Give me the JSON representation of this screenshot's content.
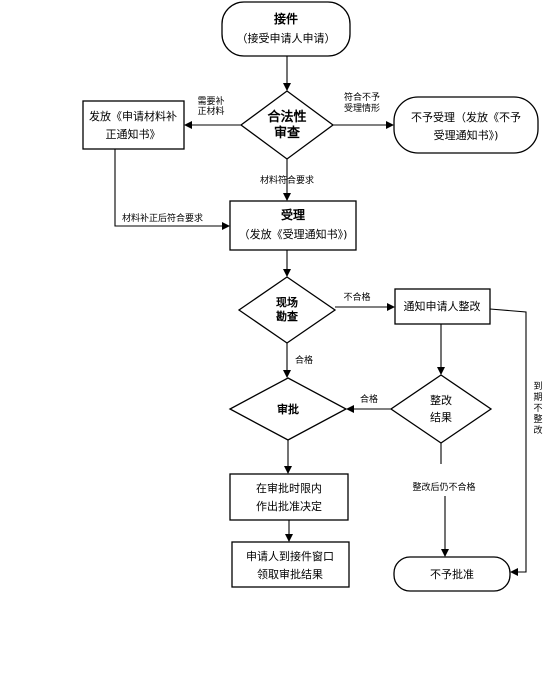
{
  "flowchart": {
    "nodes": {
      "intake": {
        "title": "接件",
        "subtitle": "（接受申请人申请）"
      },
      "legality_review": {
        "title_line1": "合法性",
        "title_line2": "审查"
      },
      "issue_supplement_notice": {
        "line1": "发放《申请材料补",
        "line2": "正通知书》"
      },
      "reject_with_notice": {
        "line1": "不予受理（发放《不予",
        "line2": "受理通知书》)"
      },
      "accept": {
        "title": "受理",
        "subtitle": "（发放《受理通知书》)"
      },
      "site_inspection": {
        "title_line1": "现场",
        "title_line2": "勘查"
      },
      "notify_rectification": {
        "label": "通知申请人整改"
      },
      "approval": {
        "title": "审批"
      },
      "rectification_result": {
        "line1": "整改",
        "line2": "结果"
      },
      "make_decision": {
        "line1": "在审批时限内",
        "line2": "作出批准决定"
      },
      "collect_result": {
        "line1": "申请人到接件窗口",
        "line2": "领取审批结果"
      },
      "not_approved": {
        "label": "不予批准"
      }
    },
    "edge_labels": {
      "need_supplement": {
        "line1": "需要补",
        "line2": "正材料"
      },
      "not_acceptable": {
        "line1": "符合不予",
        "line2": "受理情形"
      },
      "materials_ok": "材料符合要求",
      "supplemented_ok": "材料补正后符合要求",
      "inspection_fail": "不合格",
      "inspection_pass": "合格",
      "rectification_pass": "合格",
      "still_fail": "整改后仍不合格",
      "overdue_chars": [
        "到",
        "期",
        "不",
        "整",
        "改"
      ]
    }
  }
}
